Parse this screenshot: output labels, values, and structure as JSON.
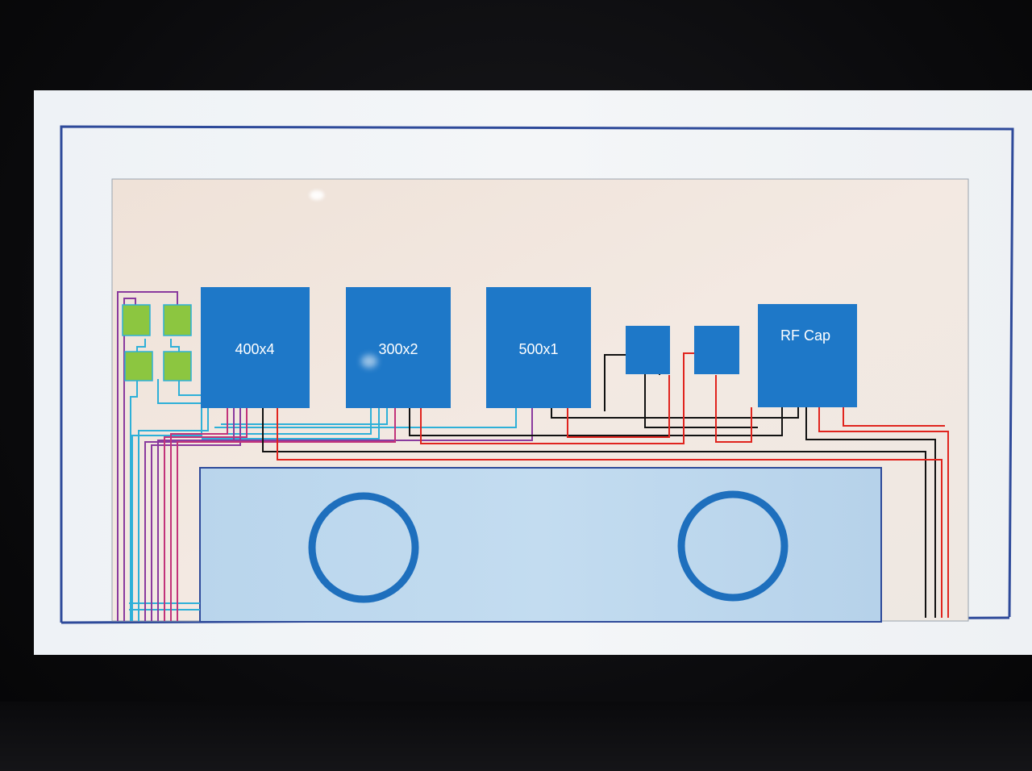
{
  "diagram": {
    "components": [
      {
        "id": "400x4",
        "label": "400x4"
      },
      {
        "id": "300x2",
        "label": "300x2"
      },
      {
        "id": "500x1",
        "label": "500x1"
      },
      {
        "id": "small-a",
        "label": ""
      },
      {
        "id": "small-b",
        "label": ""
      },
      {
        "id": "rf-cap",
        "label": "RF Cap"
      }
    ],
    "connectors": [
      "green-1",
      "green-2",
      "green-3",
      "green-4"
    ],
    "chamber": {
      "ports": 2
    }
  },
  "colors": {
    "outer_frame": "#2e4a9a",
    "component_fill": "#1e78c8",
    "connector_fill": "#8cc640",
    "chamber_fill": "#b5d4ec",
    "ring": "#1e6fbd",
    "wire_cyan": "#2eb0d8",
    "wire_purple": "#8a3a9e",
    "wire_magenta": "#c2337a",
    "wire_red": "#e0241e",
    "wire_black": "#111111"
  }
}
